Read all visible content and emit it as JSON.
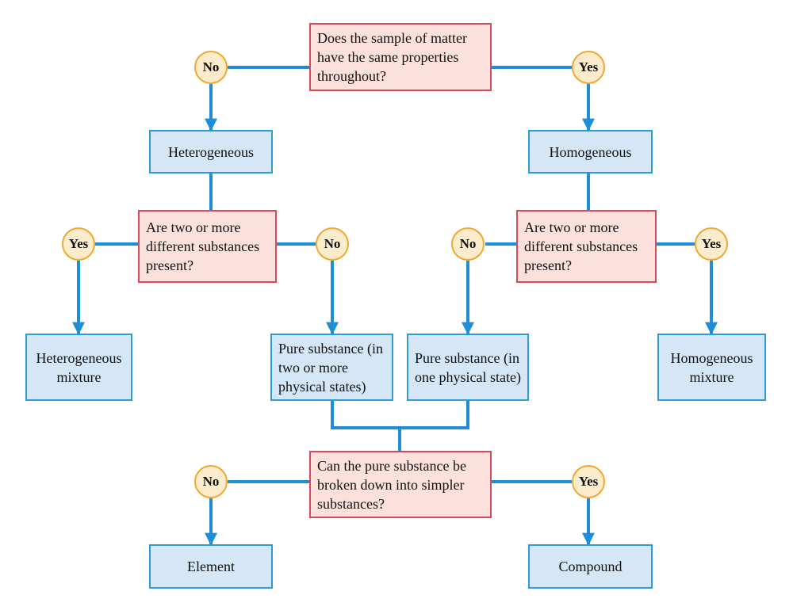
{
  "colors": {
    "line": "#1e8fd6",
    "question_fill": "#fbe0dc",
    "question_border": "#d64a5e",
    "result_fill": "#d5e6f6",
    "result_border": "#2e9ad6",
    "answer_fill": "#fdeccb",
    "answer_border": "#f0a830"
  },
  "questions": {
    "q1": "Does the sample of matter have the same properties throughout?",
    "q2_left": "Are two or more different substances present?",
    "q2_right": "Are two or more different substances present?",
    "q3": "Can the pure substance be broken down into simpler substances?"
  },
  "results": {
    "heterogeneous": "Heterogeneous",
    "homogeneous": "Homogeneous",
    "heterogeneous_mixture": "Heterogeneous mixture",
    "pure_two_states": "Pure substance (in two or more physical states)",
    "pure_one_state": "Pure substance (in one physical state)",
    "homogeneous_mixture": "Homogeneous mixture",
    "element": "Element",
    "compound": "Compound"
  },
  "answers": {
    "no": "No",
    "yes": "Yes"
  }
}
